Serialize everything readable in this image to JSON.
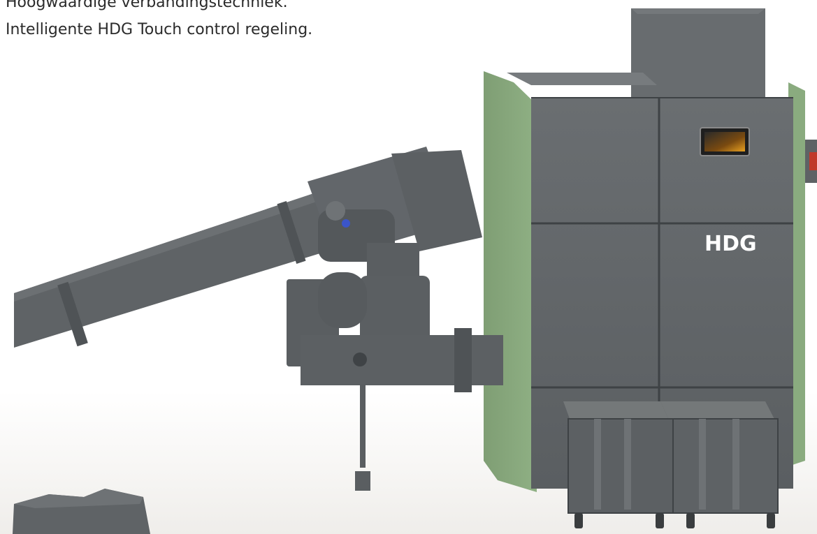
{
  "features": [
    "Hoogwaardige verbandingstechniek.",
    "Intelligente HDG Touch control regeling."
  ],
  "product": {
    "brand_logo": "HDG",
    "components": [
      "boiler-unit",
      "feed-screw-conveyor",
      "rotary-valve",
      "ash-containers",
      "hdg-touch-control-display"
    ]
  },
  "colors": {
    "body_gray": "#5e6265",
    "body_gray_light": "#6b6f72",
    "panel_green": "#86a67b",
    "text": "#2b2b2b",
    "background": "#ffffff"
  }
}
